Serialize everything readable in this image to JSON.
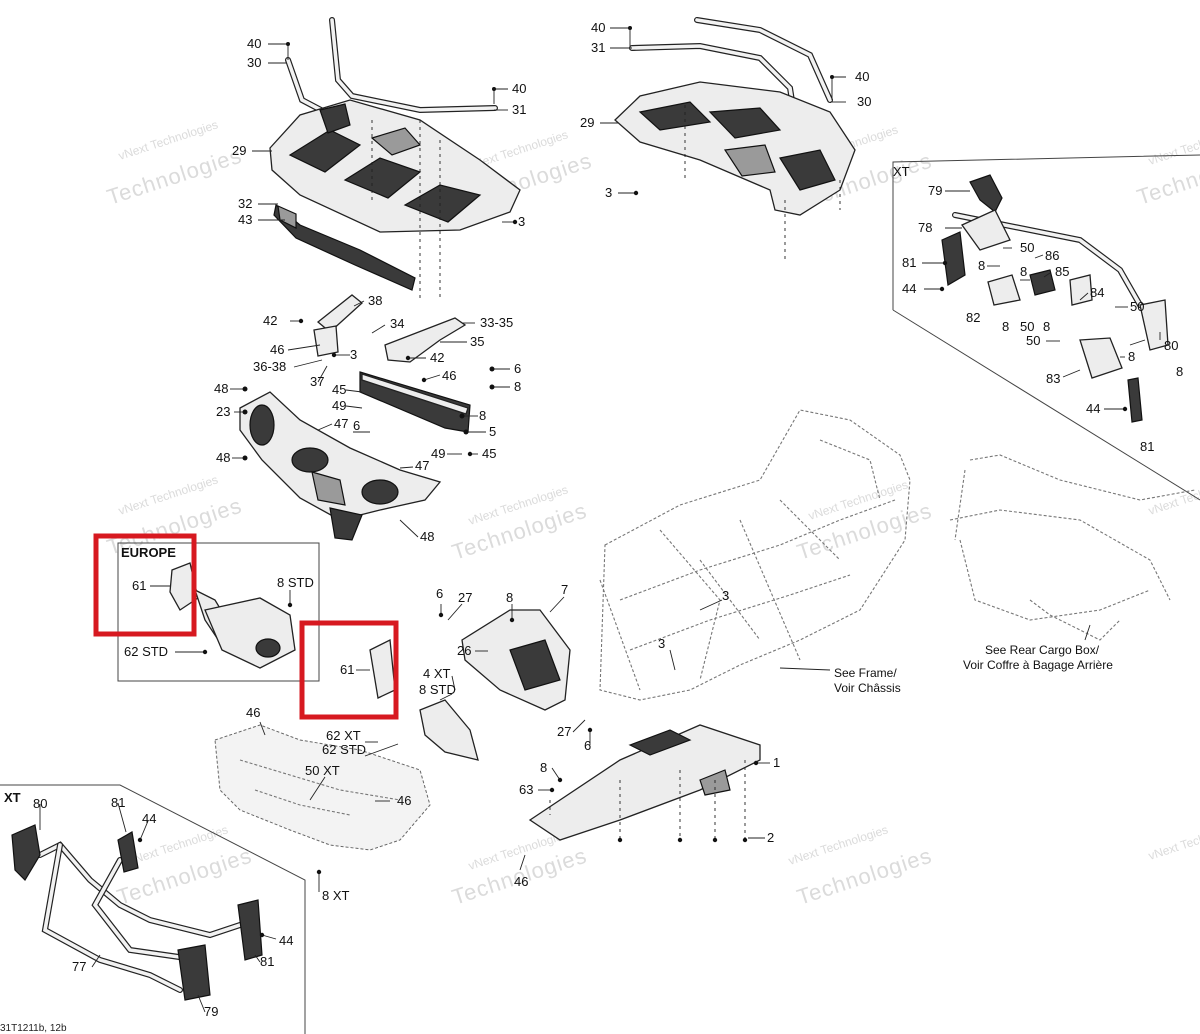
{
  "labels": {
    "n40a": "40",
    "n30a": "30",
    "n40b": "40",
    "n31a": "31",
    "n29a": "29",
    "n32": "32",
    "n43": "43",
    "n3a": "3",
    "n38": "38",
    "n42a": "42",
    "n34": "34",
    "n3335": "33-35",
    "n46a": "46",
    "n3638": "36-38",
    "n3b": "3",
    "n35": "35",
    "n42b": "42",
    "n37": "37",
    "n46b": "46",
    "n6a": "6",
    "n8a": "8",
    "n48a": "48",
    "n45a": "45",
    "n23": "23",
    "n49a": "49",
    "n47a": "47",
    "n6b": "6",
    "n8b": "8",
    "n5": "5",
    "n48b": "48",
    "n49b": "49",
    "n45b": "45",
    "n47b": "47",
    "n48c": "48",
    "r40a": "40",
    "r31": "31",
    "r40b": "40",
    "r30": "30",
    "r29": "29",
    "r3": "3",
    "d79a": "79",
    "d78": "78",
    "d50a": "50",
    "d81a": "81",
    "d8a": "8",
    "d86": "86",
    "d8b": "8",
    "d85": "85",
    "d44a": "44",
    "d84": "84",
    "d50b": "50",
    "d82": "82",
    "d8c": "8",
    "d50c": "50",
    "d8d": "8",
    "d8e": "8",
    "d80": "80",
    "d50d": "50",
    "d8f": "8",
    "d83": "83",
    "d44b": "44",
    "d81b": "81",
    "e61": "61",
    "e8std": "8 STD",
    "e62std": "62 STD",
    "m6a": "6",
    "m27a": "27",
    "m8a": "8",
    "m7": "7",
    "m26": "26",
    "m3": "3",
    "m61": "61",
    "m4xt": "4 XT",
    "m8std": "8 STD",
    "m27b": "27",
    "m6b": "6",
    "m46": "46",
    "m62xt": "62 XT",
    "m62std": "62 STD",
    "m50xt": "50 XT",
    "m46b": "46",
    "m8xt": "8 XT",
    "m3b": "3",
    "s1": "1",
    "s8": "8",
    "s63": "63",
    "s2": "2",
    "s46": "46",
    "x80": "80",
    "x81a": "81",
    "x44a": "44",
    "x44b": "44",
    "x81b": "81",
    "x77": "77",
    "x79": "79"
  },
  "xt_box_title": "XT",
  "europe_box_title": "EUROPE",
  "notes": {
    "frame_line1": "See Frame/",
    "frame_line2": "Voir Châssis",
    "cargo_line1": "See Rear Cargo Box/",
    "cargo_line2": "Voir Coffre à Bagage Arrière",
    "dlx_label": "XT"
  },
  "watermark": {
    "line1": "vNext Technologies",
    "line2": "Technologies",
    "line3": "vNext"
  },
  "footer_code": "31T1211b, 12b",
  "highlight_color": "#d71920"
}
